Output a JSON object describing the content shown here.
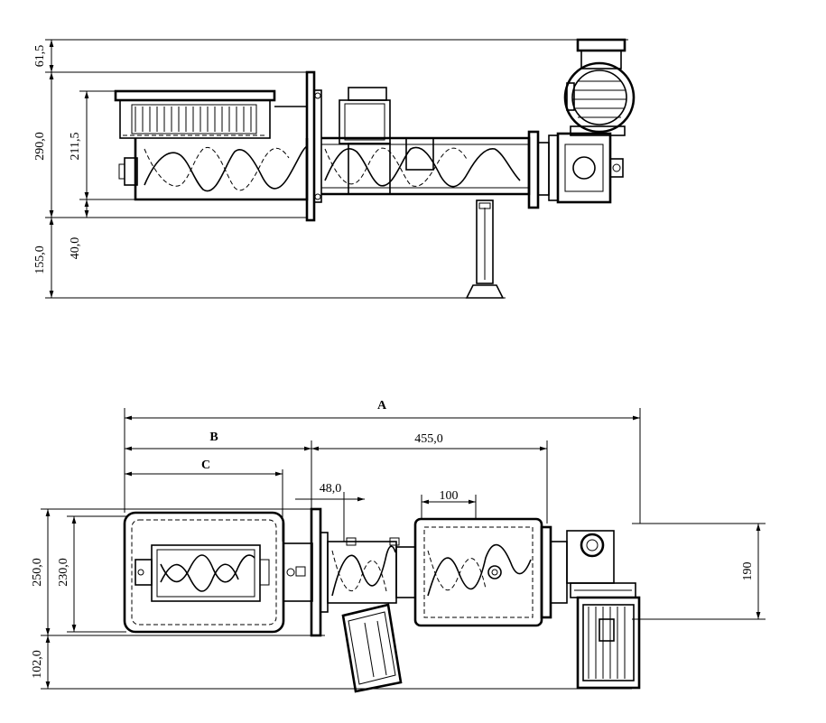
{
  "side_view": {
    "dims": {
      "d_61_5": "61,5",
      "d_290": "290,0",
      "d_211_5": "211,5",
      "d_40": "40,0",
      "d_155": "155,0"
    }
  },
  "top_view": {
    "dims": {
      "a": "A",
      "b": "B",
      "c": "C",
      "d_455": "455,0",
      "d_48": "48,0",
      "d_100": "100",
      "d_250": "250,0",
      "d_230": "230,0",
      "d_102": "102,0",
      "d_190": "190"
    }
  }
}
